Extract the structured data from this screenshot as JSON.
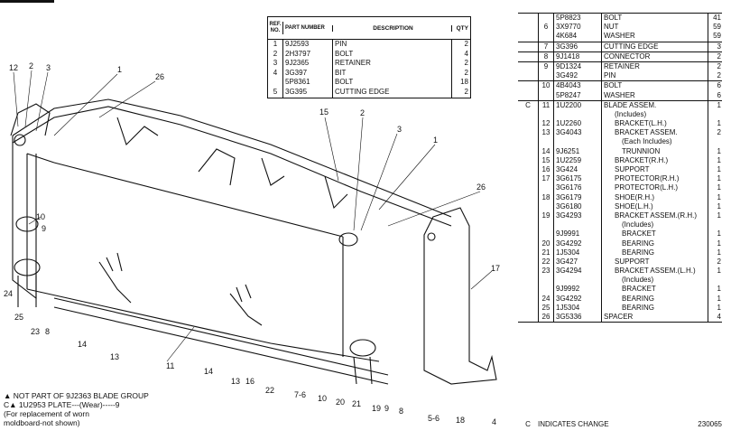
{
  "callouts": [
    {
      "id": "c12",
      "text": "12"
    },
    {
      "id": "c2a",
      "text": "2"
    },
    {
      "id": "c3a",
      "text": "3"
    },
    {
      "id": "c1a",
      "text": "1"
    },
    {
      "id": "c26a",
      "text": "26"
    },
    {
      "id": "c15",
      "text": "15"
    },
    {
      "id": "c2b",
      "text": "2"
    },
    {
      "id": "c3b",
      "text": "3"
    },
    {
      "id": "c1b",
      "text": "1"
    },
    {
      "id": "c26b",
      "text": "26"
    },
    {
      "id": "c17",
      "text": "17"
    },
    {
      "id": "c10a",
      "text": "10"
    },
    {
      "id": "c9a",
      "text": "9"
    },
    {
      "id": "c24",
      "text": "24"
    },
    {
      "id": "c25",
      "text": "25"
    },
    {
      "id": "c23",
      "text": "23"
    },
    {
      "id": "c8a",
      "text": "8"
    },
    {
      "id": "c14a",
      "text": "14"
    },
    {
      "id": "c13a",
      "text": "13"
    },
    {
      "id": "c11",
      "text": "11"
    },
    {
      "id": "c14b",
      "text": "14"
    },
    {
      "id": "c13b",
      "text": "13"
    },
    {
      "id": "c16",
      "text": "16"
    },
    {
      "id": "c22",
      "text": "22"
    },
    {
      "id": "c76",
      "text": "7-6"
    },
    {
      "id": "c10b",
      "text": "10"
    },
    {
      "id": "c20",
      "text": "20"
    },
    {
      "id": "c21",
      "text": "21"
    },
    {
      "id": "c19",
      "text": "19"
    },
    {
      "id": "c9b",
      "text": "9"
    },
    {
      "id": "c8b",
      "text": "8"
    },
    {
      "id": "c56",
      "text": "5-6"
    },
    {
      "id": "c18",
      "text": "18"
    },
    {
      "id": "c4",
      "text": "4"
    }
  ],
  "top_table": {
    "headers": {
      "ref": "REF. NO.",
      "part": "PART NUMBER",
      "desc": "DESCRIPTION",
      "qty": "QTY"
    },
    "rows": [
      {
        "ref": "1",
        "part": "9J2593",
        "desc": "PIN",
        "qty": "2"
      },
      {
        "ref": "2",
        "part": "2H3797",
        "desc": "BOLT",
        "qty": "4"
      },
      {
        "ref": "3",
        "part": "9J2365",
        "desc": "RETAINER",
        "qty": "2"
      },
      {
        "ref": "4",
        "part": "3G397",
        "desc": "BIT",
        "qty": "2"
      },
      {
        "ref": "",
        "part": "5P8361",
        "desc": "BOLT",
        "qty": "18"
      },
      {
        "ref": "5",
        "part": "3G395",
        "desc": "CUTTING EDGE",
        "qty": "2"
      }
    ]
  },
  "right_table": {
    "rows": [
      {
        "c": "",
        "ref": "",
        "part": "5P8823",
        "desc": "BOLT",
        "qty": "41",
        "cls": ""
      },
      {
        "c": "",
        "ref": "6",
        "part": "3X9770",
        "desc": "NUT",
        "qty": "59",
        "cls": ""
      },
      {
        "c": "",
        "ref": "",
        "part": "4K684",
        "desc": "WASHER",
        "qty": "59",
        "cls": "sep"
      },
      {
        "c": "",
        "ref": "7",
        "part": "3G396",
        "desc": "CUTTING EDGE",
        "qty": "3",
        "cls": "sep"
      },
      {
        "c": "",
        "ref": "8",
        "part": "9J1418",
        "desc": "CONNECTOR",
        "qty": "2",
        "cls": "sep"
      },
      {
        "c": "",
        "ref": "9",
        "part": "9D1324",
        "desc": "RETAINER",
        "qty": "2",
        "cls": ""
      },
      {
        "c": "",
        "ref": "",
        "part": "3G492",
        "desc": "PIN",
        "qty": "2",
        "cls": "sep"
      },
      {
        "c": "",
        "ref": "10",
        "part": "4B4043",
        "desc": "BOLT",
        "qty": "6",
        "cls": ""
      },
      {
        "c": "",
        "ref": "",
        "part": "5P8247",
        "desc": "WASHER",
        "qty": "6",
        "cls": "sep"
      },
      {
        "c": "C",
        "ref": "11",
        "part": "1U2200",
        "desc": "BLADE ASSEM.",
        "qty": "1",
        "cls": ""
      },
      {
        "c": "",
        "ref": "",
        "part": "",
        "desc": "(Includes)",
        "qty": "",
        "cls": "ind"
      },
      {
        "c": "",
        "ref": "12",
        "part": "1U2260",
        "desc": "BRACKET(L.H.)",
        "qty": "1",
        "cls": "ind"
      },
      {
        "c": "",
        "ref": "13",
        "part": "3G4043",
        "desc": "BRACKET ASSEM.",
        "qty": "2",
        "cls": "ind"
      },
      {
        "c": "",
        "ref": "",
        "part": "",
        "desc": "(Each Includes)",
        "qty": "",
        "cls": "ind2"
      },
      {
        "c": "",
        "ref": "14",
        "part": "9J6251",
        "desc": "TRUNNION",
        "qty": "1",
        "cls": "ind2"
      },
      {
        "c": "",
        "ref": "15",
        "part": "1U2259",
        "desc": "BRACKET(R.H.)",
        "qty": "1",
        "cls": "ind"
      },
      {
        "c": "",
        "ref": "16",
        "part": "3G424",
        "desc": "SUPPORT",
        "qty": "1",
        "cls": "ind"
      },
      {
        "c": "",
        "ref": "17",
        "part": "3G6175",
        "desc": "PROTECTOR(R.H.)",
        "qty": "1",
        "cls": "ind"
      },
      {
        "c": "",
        "ref": "",
        "part": "3G6176",
        "desc": "PROTECTOR(L.H.)",
        "qty": "1",
        "cls": "ind"
      },
      {
        "c": "",
        "ref": "18",
        "part": "3G6179",
        "desc": "SHOE(R.H.)",
        "qty": "1",
        "cls": "ind"
      },
      {
        "c": "",
        "ref": "",
        "part": "3G6180",
        "desc": "SHOE(L.H.)",
        "qty": "1",
        "cls": "ind"
      },
      {
        "c": "",
        "ref": "19",
        "part": "3G4293",
        "desc": "BRACKET ASSEM.(R.H.)",
        "qty": "1",
        "cls": "ind"
      },
      {
        "c": "",
        "ref": "",
        "part": "",
        "desc": "(Includes)",
        "qty": "",
        "cls": "ind2"
      },
      {
        "c": "",
        "ref": "",
        "part": "9J9991",
        "desc": "BRACKET",
        "qty": "1",
        "cls": "ind2"
      },
      {
        "c": "",
        "ref": "20",
        "part": "3G4292",
        "desc": "BEARING",
        "qty": "1",
        "cls": "ind2"
      },
      {
        "c": "",
        "ref": "21",
        "part": "1J5304",
        "desc": "BEARING",
        "qty": "1",
        "cls": "ind2"
      },
      {
        "c": "",
        "ref": "22",
        "part": "3G427",
        "desc": "SUPPORT",
        "qty": "2",
        "cls": "ind"
      },
      {
        "c": "",
        "ref": "23",
        "part": "3G4294",
        "desc": "BRACKET ASSEM.(L.H.)",
        "qty": "1",
        "cls": "ind"
      },
      {
        "c": "",
        "ref": "",
        "part": "",
        "desc": "(Includes)",
        "qty": "",
        "cls": "ind2"
      },
      {
        "c": "",
        "ref": "",
        "part": "9J9992",
        "desc": "BRACKET",
        "qty": "1",
        "cls": "ind2"
      },
      {
        "c": "",
        "ref": "24",
        "part": "3G4292",
        "desc": "BEARING",
        "qty": "1",
        "cls": "ind2"
      },
      {
        "c": "",
        "ref": "25",
        "part": "1J5304",
        "desc": "BEARING",
        "qty": "1",
        "cls": "ind2"
      },
      {
        "c": "",
        "ref": "26",
        "part": "3G5336",
        "desc": "SPACER",
        "qty": "4",
        "cls": "sep"
      }
    ],
    "footer": {
      "c": "C",
      "label": "INDICATES CHANGE",
      "code": "230065"
    }
  },
  "notes": {
    "line1": "▲ NOT PART OF 9J2363  BLADE GROUP",
    "line2": "C▲ 1U2953  PLATE---(Wear)-----9",
    "line3": "(For replacement of worn",
    "line4": "moldboard-not shown)"
  }
}
